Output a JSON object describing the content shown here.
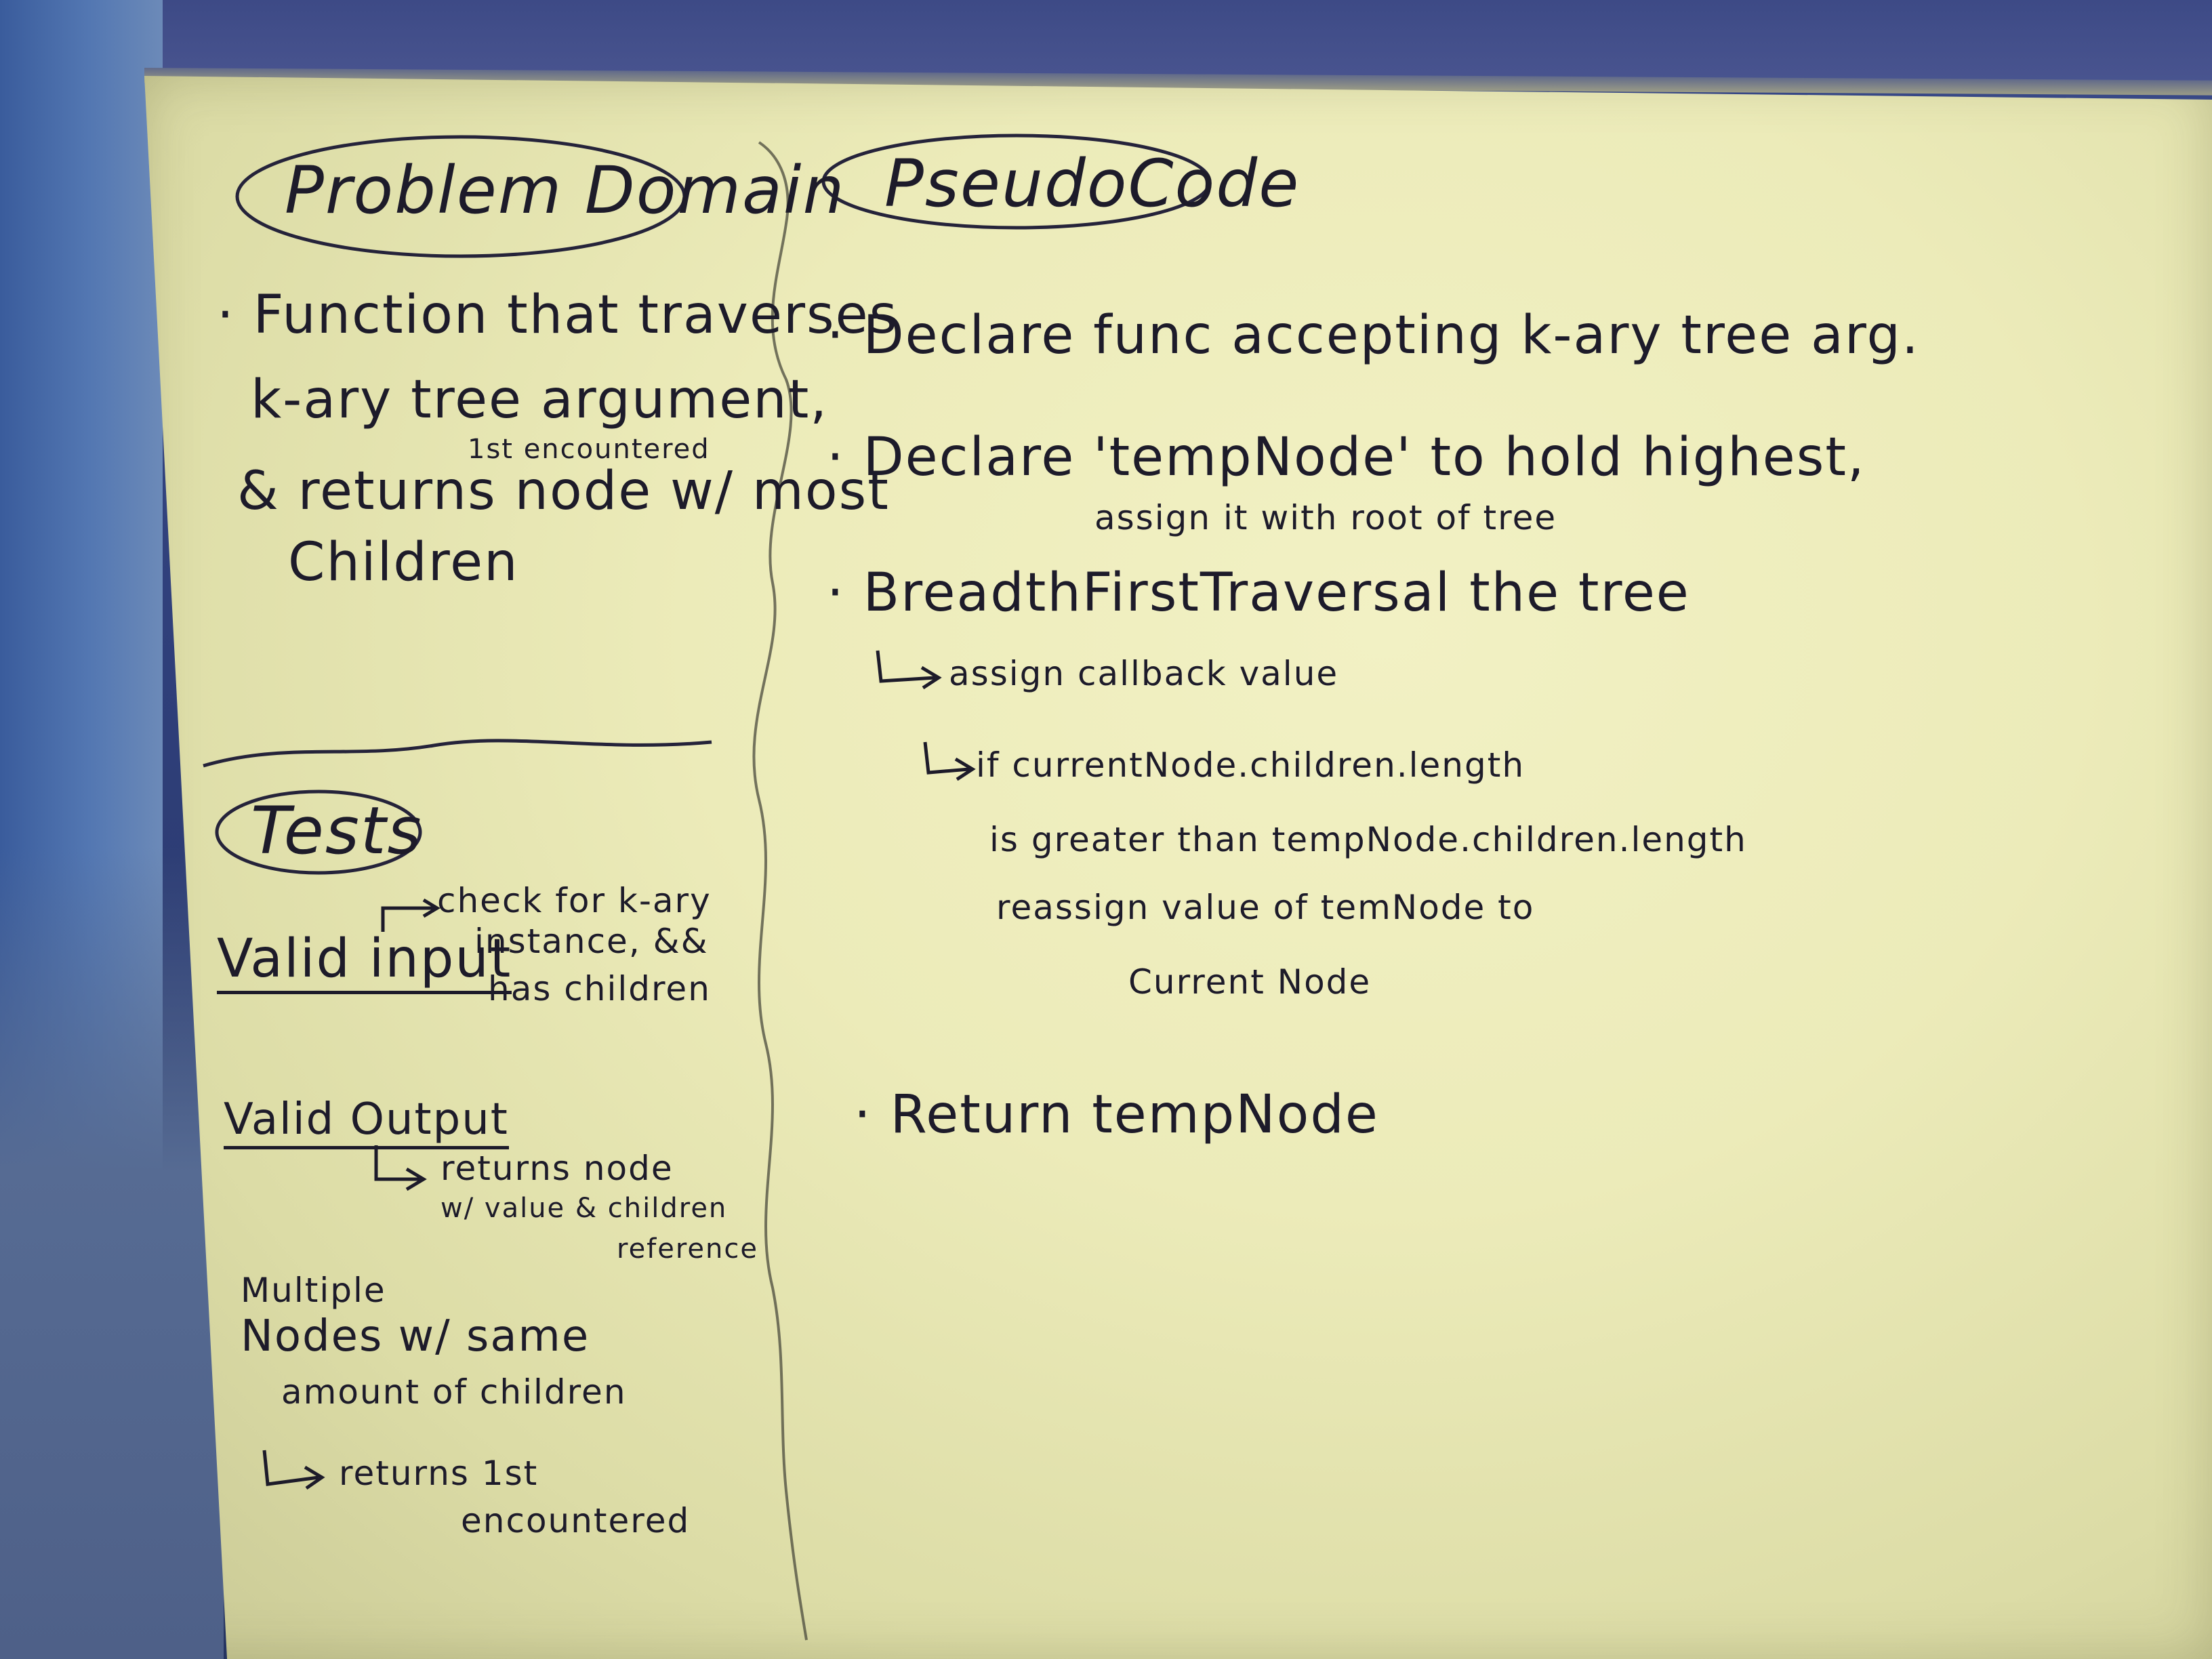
{
  "problem_domain": {
    "heading": "Problem Domain",
    "line1": "· Function that traverses",
    "line2": "k-ary tree argument,",
    "insert": "1st encountered",
    "line3": "& returns node w/ most",
    "line4": "Children"
  },
  "tests": {
    "heading": "Tests",
    "valid_input": "Valid input",
    "valid_input_note1": "check for k-ary",
    "valid_input_note2": "instance, &&",
    "valid_input_note3": "has children",
    "valid_output": "Valid Output",
    "valid_output_note1": "returns node",
    "valid_output_note2": "w/ value & children",
    "valid_output_note3": "reference",
    "multiple1": "Multiple",
    "multiple2": "Nodes w/ same",
    "multiple3": "amount of children",
    "multiple_note1": "returns 1st",
    "multiple_note2": "encountered"
  },
  "pseudocode": {
    "heading": "PseudoCode",
    "step1": "· Declare func accepting k-ary tree arg.",
    "step2a": "· Declare 'tempNode' to hold highest,",
    "step2b": "assign it with root of tree",
    "step3": "· BreadthFirstTraversal the tree",
    "step3a": "assign callback value",
    "step3b1": "if currentNode.children.length",
    "step3b2": "is greater than tempNode.children.length",
    "step3b3": "reassign value of temNode to",
    "step3b4": "Current Node",
    "step4": "· Return tempNode"
  }
}
